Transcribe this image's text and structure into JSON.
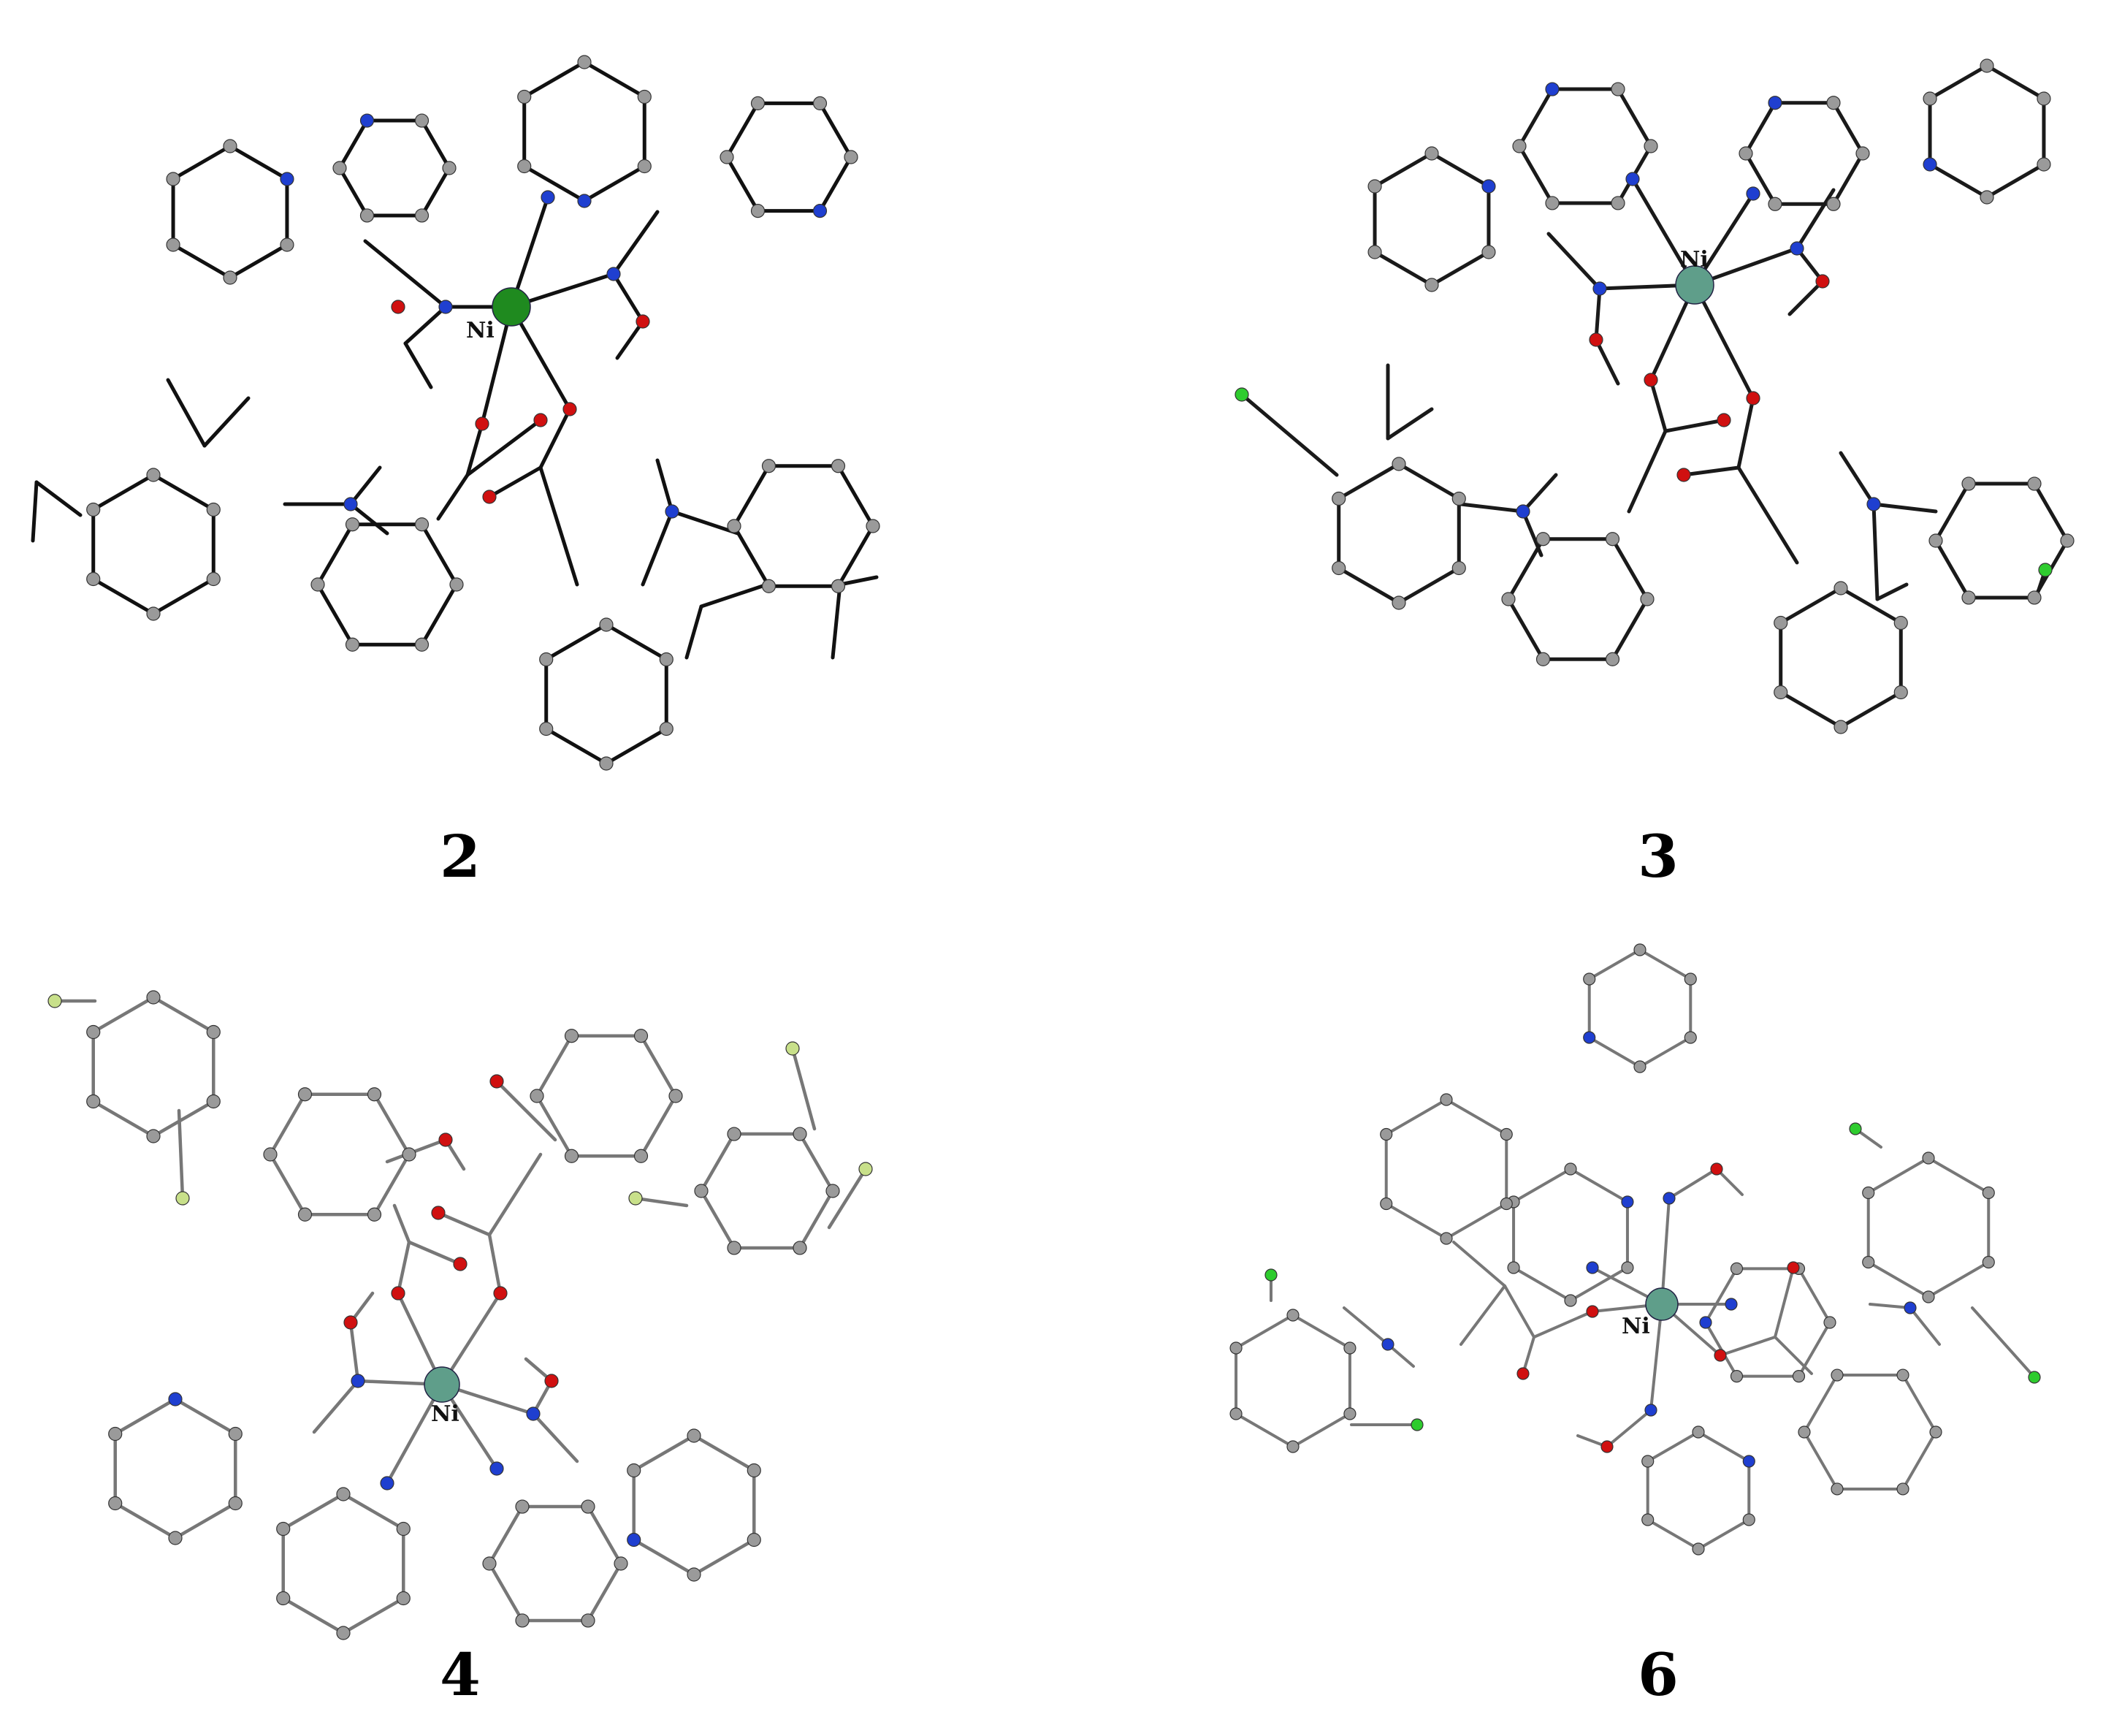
{
  "panels": [
    {
      "id": "2",
      "label": "2",
      "metal_label": "Ni",
      "bond_color": "#111111",
      "metal_color": "#1f8a1f"
    },
    {
      "id": "3",
      "label": "3",
      "metal_label": "Ni",
      "bond_color": "#1a1a1a",
      "metal_color": "#5f9e8a",
      "halogen_color": "#2ecc2e"
    },
    {
      "id": "4",
      "label": "4",
      "metal_label": "Ni",
      "bond_color": "#777777",
      "metal_color": "#5f9e8a",
      "halogen_color": "#c8e08a"
    },
    {
      "id": "6",
      "label": "6",
      "metal_label": "Ni",
      "bond_color": "#777777",
      "metal_color": "#5f9e8a",
      "halogen_color": "#2ecc2e"
    }
  ],
  "atom_colors": {
    "carbon": "#9a9a9a",
    "nitrogen": "#1f3fd0",
    "oxygen": "#d01010"
  }
}
